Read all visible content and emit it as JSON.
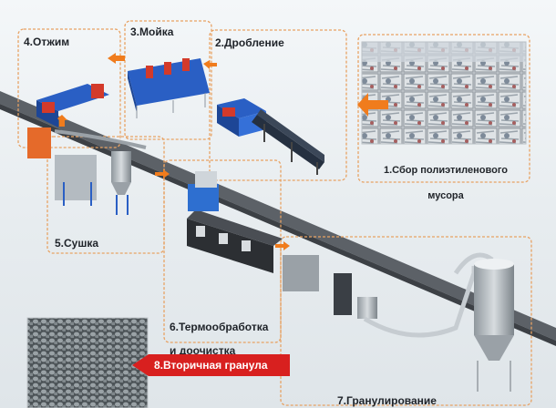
{
  "steps": {
    "s1_line1": "1.Сбор полиэтиленового",
    "s1_line2": "мусора",
    "s2": "2.Дробление",
    "s3": "3.Мойка",
    "s4": "4.Отжим",
    "s5": "5.Сушка",
    "s6_line1": "6.Термообработка",
    "s6_line2": "и доочистка",
    "s7": "7.Гранулирование",
    "s8": "8.Вторичная гранула"
  },
  "colors": {
    "frame": "#e8a263",
    "arrow": "#f07c1d",
    "red_arrow": "#d8201f",
    "machine_blue": "#2a5fc4",
    "machine_red": "#d33a2a"
  },
  "icons": [
    "bales-photo",
    "granules-photo",
    "orange-arrow",
    "red-arrow"
  ]
}
